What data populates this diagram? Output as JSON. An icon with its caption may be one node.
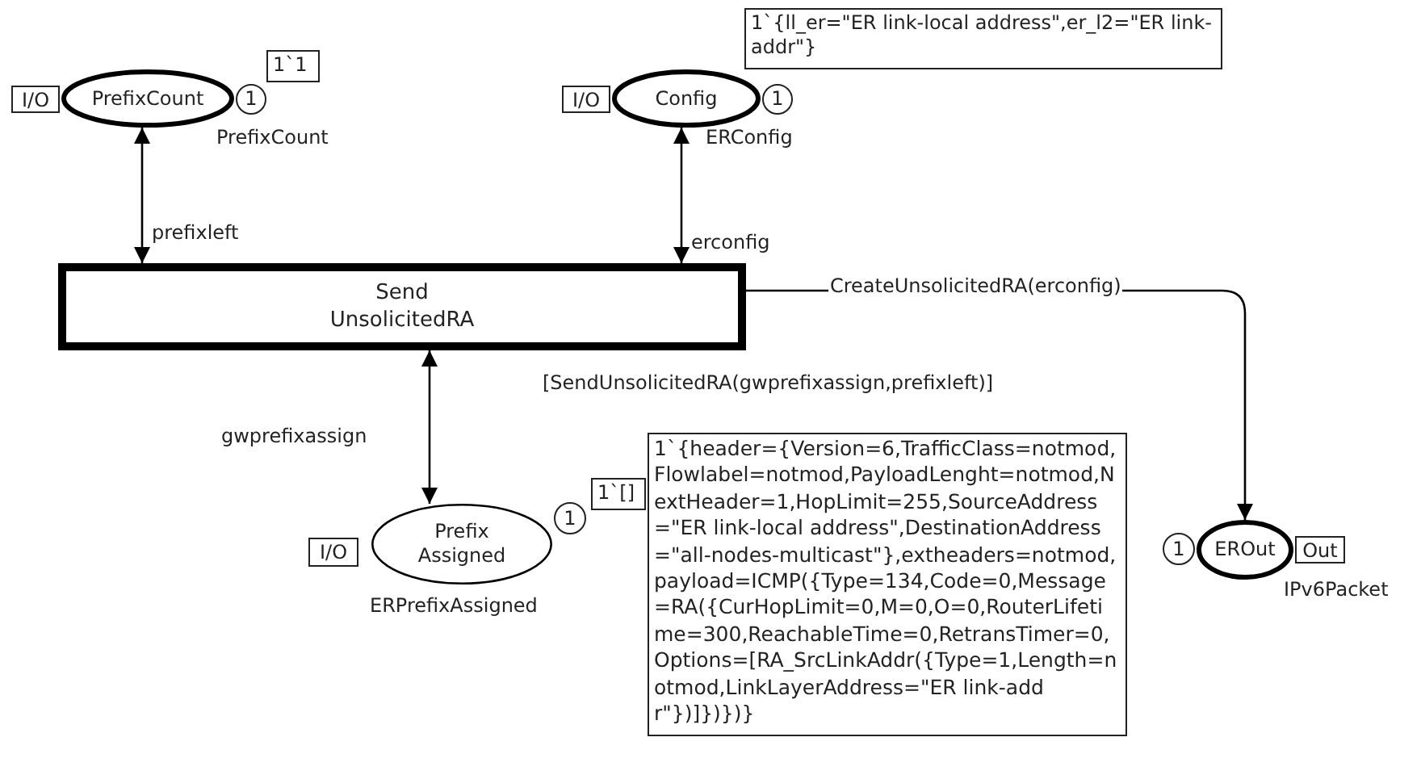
{
  "diagram": {
    "nodes": [
      {
        "text": [
          "PrefixCount"
        ],
        "beside": [
          "PrefixCount"
        ]
      },
      {
        "text": [
          "I/O"
        ]
      },
      {
        "text": [
          "1"
        ]
      },
      {
        "text": [
          "1`1"
        ]
      },
      {
        "text": [
          "Config"
        ],
        "beside": [
          "ERConfig"
        ]
      },
      {
        "text": [
          "I/O"
        ]
      },
      {
        "text": [
          "1"
        ]
      },
      {
        "text": [
          "1`{ll_er=\"ER link-local address\",er_l2=\"ER link-addr\"}"
        ]
      },
      {
        "text": [
          "Send UnsolicitedRA"
        ],
        "beside": [
          "[SendUnsolicitedRA(gwprefixassign,prefixleft)]"
        ]
      },
      {
        "text": [
          "Prefix Assigned"
        ],
        "beside": [
          "ERPrefixAssigned"
        ]
      },
      {
        "text": [
          "I/O"
        ]
      },
      {
        "text": [
          "1"
        ]
      },
      {
        "text": [
          "1`[]"
        ]
      },
      {
        "text": [
          "EROut"
        ],
        "beside": [
          "IPv6Packet"
        ]
      },
      {
        "text": [
          "1"
        ]
      },
      {
        "text": [
          "Out"
        ]
      },
      {
        "text": [
          "1`{header={Version=6,TrafficClass=notmod,Flowlabel=notmod,PayloadLenght=notmod,NextHeader=1,HopLimit=255,SourceAddress=\"ER link-local address\",DestinationAddress=\"all-nodes-multicast\"},extheaders=notmod,payload=ICMP({Type=134,Code=0,Message=RA({CurHopLimit=0,M=0,O=0,RouterLifetime=300,ReachableTime=0,RetransTimer=0,Options=[RA_SrcLinkAddr({Type=1,Length=notmod,LinkLayerAddress=\"ER link-addr\"})]})})}"
        ]
      }
    ],
    "edges": [
      {
        "from": 0,
        "to": 8,
        "arrow": "both",
        "label": "prefixleft"
      },
      {
        "from": 4,
        "to": 8,
        "arrow": "both",
        "label": "erconfig"
      },
      {
        "from": 9,
        "to": 8,
        "arrow": "both",
        "label": "gwprefixassign"
      },
      {
        "from": 8,
        "to": 13,
        "arrow": "to",
        "label": "CreateUnsolicitedRA(erconfig)"
      }
    ]
  }
}
